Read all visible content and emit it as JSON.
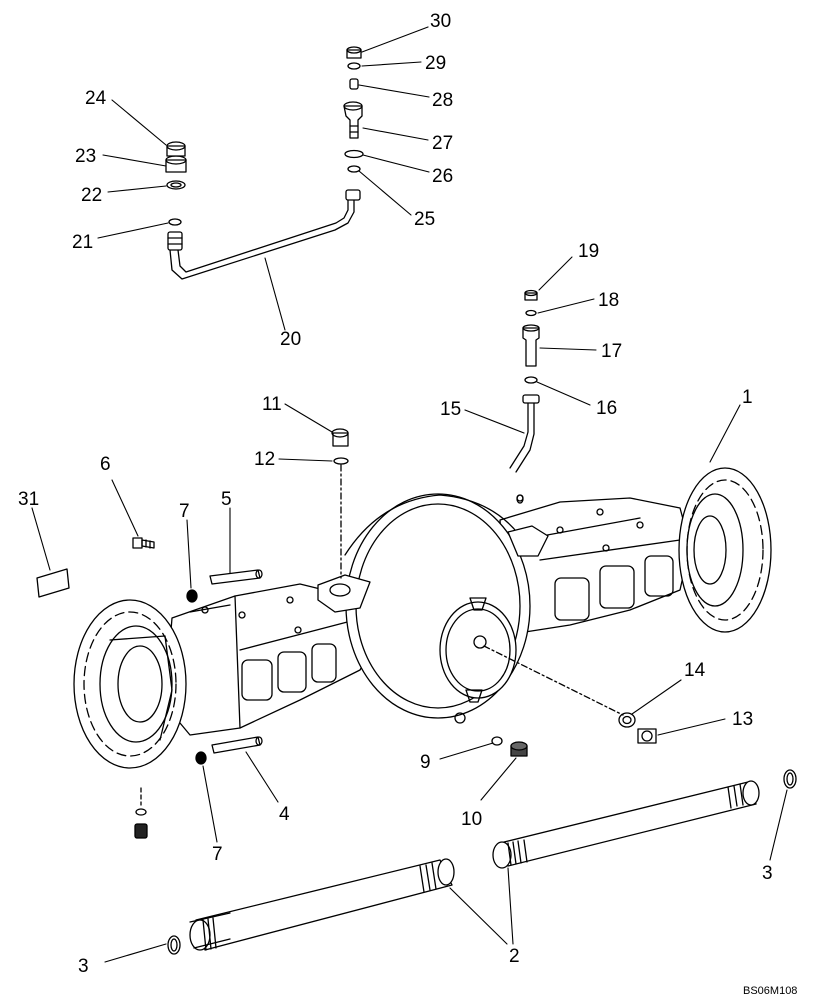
{
  "diagram": {
    "callouts": {
      "n1": "1",
      "n2": "2",
      "n3a": "3",
      "n3b": "3",
      "n4": "4",
      "n5": "5",
      "n6": "6",
      "n7a": "7",
      "n7b": "7",
      "n9": "9",
      "n10": "10",
      "n11": "11",
      "n12": "12",
      "n13": "13",
      "n14": "14",
      "n15": "15",
      "n16": "16",
      "n17": "17",
      "n18": "18",
      "n19": "19",
      "n20": "20",
      "n21": "21",
      "n22": "22",
      "n23": "23",
      "n24": "24",
      "n25": "25",
      "n26": "26",
      "n27": "27",
      "n28": "28",
      "n29": "29",
      "n30": "30",
      "n31": "31"
    },
    "reference_code": "BS06M108"
  }
}
